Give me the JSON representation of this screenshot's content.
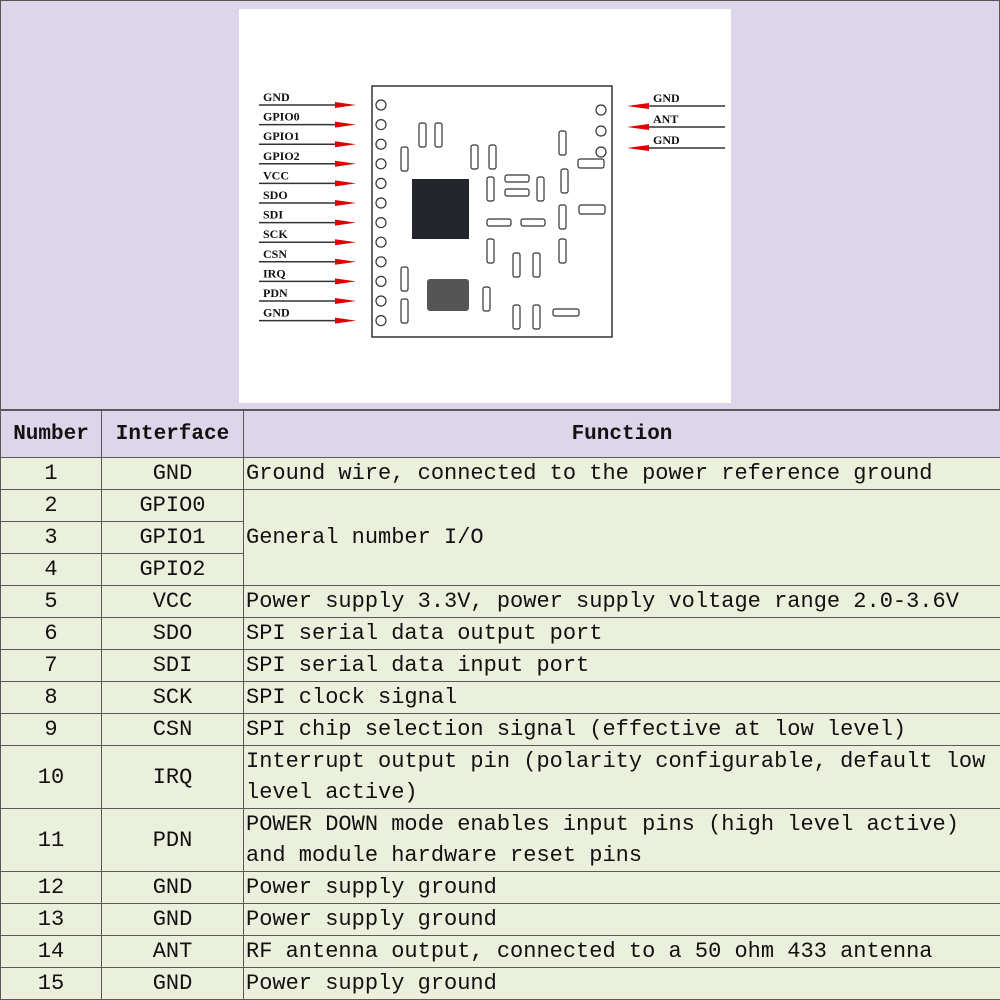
{
  "diagram": {
    "left_pins": [
      "GND",
      "GPIO0",
      "GPIO1",
      "GPIO2",
      "VCC",
      "SDO",
      "SDI",
      "SCK",
      "CSN",
      "IRQ",
      "PDN",
      "GND"
    ],
    "right_pins": [
      "GND",
      "ANT",
      "GND"
    ],
    "arrow_color": "#e00000",
    "chip_color": "#23262d",
    "crystal_color": "#555555"
  },
  "table": {
    "headers": [
      "Number",
      "Interface",
      "Function"
    ],
    "rows": [
      {
        "number": "1",
        "interface": "GND",
        "function": "Ground wire, connected to the power reference ground"
      },
      {
        "number": "2",
        "interface": "GPIO0",
        "function": "General number I/O"
      },
      {
        "number": "3",
        "interface": "GPIO1"
      },
      {
        "number": "4",
        "interface": "GPIO2"
      },
      {
        "number": "5",
        "interface": "VCC",
        "function": "Power supply 3.3V, power supply voltage range 2.0-3.6V"
      },
      {
        "number": "6",
        "interface": "SDO",
        "function": "SPI serial data output port"
      },
      {
        "number": "7",
        "interface": "SDI",
        "function": "SPI serial data input port"
      },
      {
        "number": "8",
        "interface": "SCK",
        "function": "SPI clock signal"
      },
      {
        "number": "9",
        "interface": "CSN",
        "function": "SPI chip selection signal (effective at low level)"
      },
      {
        "number": "10",
        "interface": "IRQ",
        "function": "Interrupt output pin (polarity configurable, default low level active)"
      },
      {
        "number": "11",
        "interface": "PDN",
        "function": "POWER DOWN mode enables input pins (high level active) and module hardware reset pins"
      },
      {
        "number": "12",
        "interface": "GND",
        "function": "Power supply ground"
      },
      {
        "number": "13",
        "interface": "GND",
        "function": "Power supply ground"
      },
      {
        "number": "14",
        "interface": "ANT",
        "function": "RF antenna output, connected to a 50 ohm 433 antenna"
      },
      {
        "number": "15",
        "interface": "GND",
        "function": "Power supply ground"
      }
    ]
  }
}
